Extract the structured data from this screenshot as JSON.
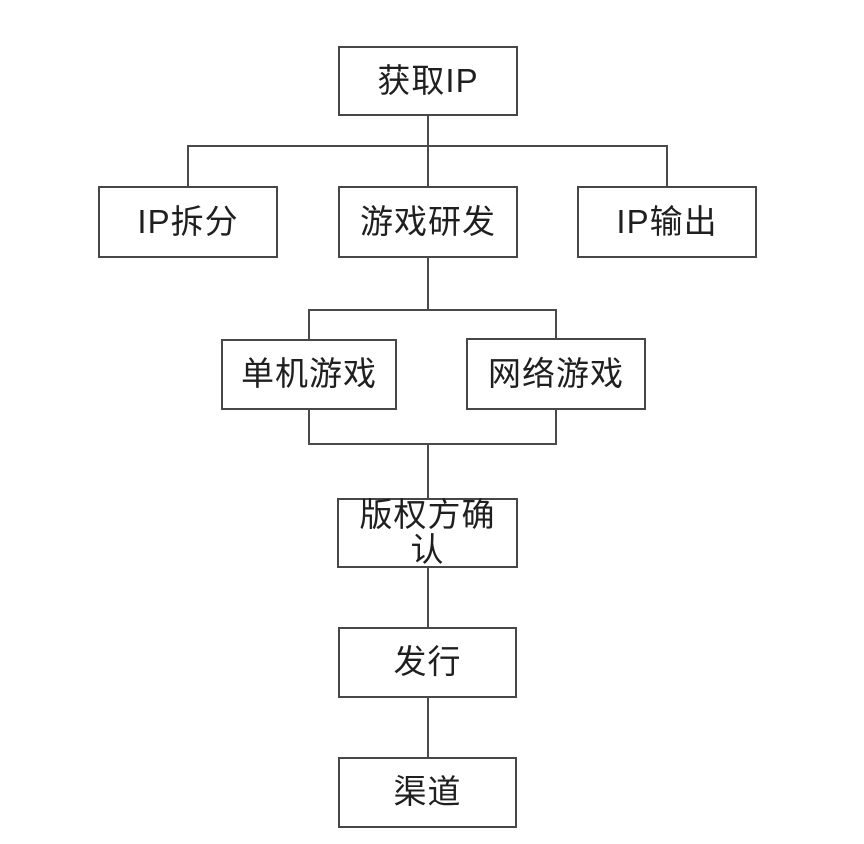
{
  "diagram": {
    "type": "flowchart",
    "nodes": {
      "acquire_ip": {
        "label": "获取IP"
      },
      "ip_split": {
        "label": "IP拆分"
      },
      "game_dev": {
        "label": "游戏研发"
      },
      "ip_output": {
        "label": "IP输出"
      },
      "standalone_game": {
        "label": "单机游戏"
      },
      "online_game": {
        "label": "网络游戏"
      },
      "copyright_confirm": {
        "label": "版权方确认"
      },
      "publish": {
        "label": "发行"
      },
      "channel": {
        "label": "渠道"
      }
    },
    "edges": [
      {
        "from": "获取IP",
        "to": "IP拆分"
      },
      {
        "from": "获取IP",
        "to": "游戏研发"
      },
      {
        "from": "获取IP",
        "to": "IP输出"
      },
      {
        "from": "游戏研发",
        "to": "单机游戏"
      },
      {
        "from": "游戏研发",
        "to": "网络游戏"
      },
      {
        "from": "单机游戏",
        "to": "版权方确认"
      },
      {
        "from": "网络游戏",
        "to": "版权方确认"
      },
      {
        "from": "版权方确认",
        "to": "发行"
      },
      {
        "from": "发行",
        "to": "渠道"
      }
    ],
    "colors": {
      "background": "#ffffff",
      "box_fill": "#ffffff",
      "box_border": "#474747",
      "line": "#4a4a4a",
      "text": "#1f1f1f"
    }
  }
}
